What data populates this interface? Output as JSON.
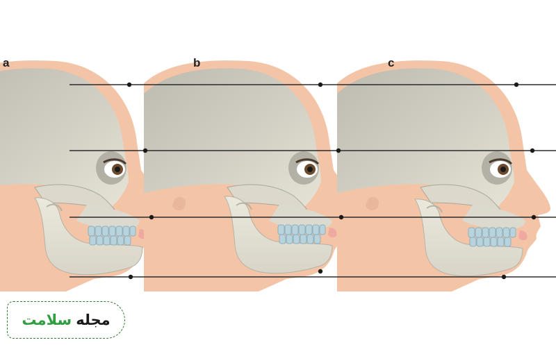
{
  "panels": [
    {
      "label": "a",
      "profile": "normal"
    },
    {
      "label": "b",
      "profile": "retruded-mandible"
    },
    {
      "label": "c",
      "profile": "protruded-mandible"
    }
  ],
  "colors": {
    "skin": "#f3c4a6",
    "bone": "#c9c6bb",
    "bone_light": "#ece9dc",
    "teeth": "#b9d3dd",
    "line": "#2b2b2b",
    "brand_green": "#2e9e3e"
  },
  "logo": {
    "text_green": "سلامت",
    "text_dark": "مجله",
    "border_style": "dashed"
  }
}
